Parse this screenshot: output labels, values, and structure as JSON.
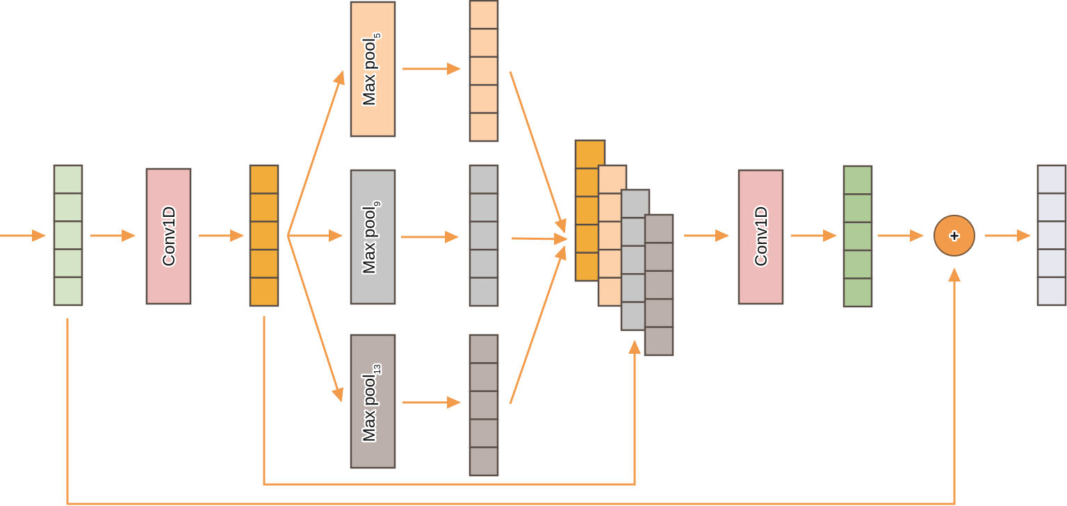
{
  "diagram": {
    "title": "",
    "colors": {
      "arrow": "#f29b4b",
      "border": "#5a4f48",
      "input": "#d5e3c6",
      "conv": "#efbcbc",
      "conv_out": "#f1ac3a",
      "pool5": "#fdd2aa",
      "pool9": "#c6c6c6",
      "pool13": "#bbb0ab",
      "conv2_out": "#aecb98",
      "add": "#f29b4b",
      "output": "#e7e7ef"
    },
    "nodes": {
      "input": {
        "label": "",
        "cells": 5
      },
      "conv1": {
        "label": "Conv1D"
      },
      "conv1_out": {
        "label": "",
        "cells": 5
      },
      "pool5": {
        "label": "Max pool",
        "sub": "5"
      },
      "pool9": {
        "label": "Max pool",
        "sub": "9"
      },
      "pool13": {
        "label": "Max pool",
        "sub": "13"
      },
      "pool5_out": {
        "label": "",
        "cells": 5
      },
      "pool9_out": {
        "label": "",
        "cells": 5
      },
      "pool13_out": {
        "label": "",
        "cells": 5
      },
      "concat": {
        "label": "",
        "stacks": 4,
        "cells": 5
      },
      "conv2": {
        "label": "Conv1D"
      },
      "conv2_out": {
        "label": "",
        "cells": 5
      },
      "add": {
        "symbol": "+"
      },
      "output": {
        "label": "",
        "cells": 5
      }
    }
  }
}
